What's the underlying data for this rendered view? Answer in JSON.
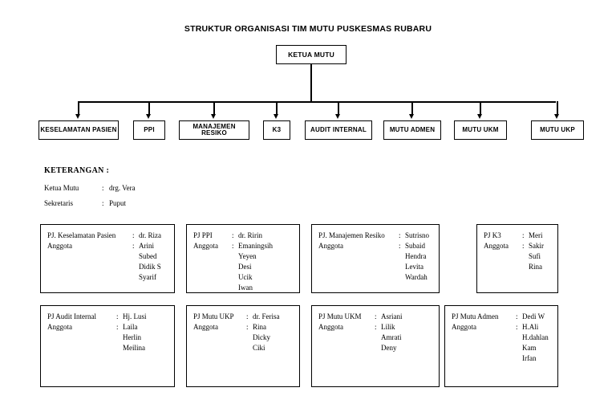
{
  "title": "STRUKTUR ORGANISASI TIM MUTU PUSKESMAS RUBARU",
  "top_node": {
    "label": "KETUA MUTU"
  },
  "departments": [
    {
      "label": "KESELAMATAN PASIEN"
    },
    {
      "label": "PPI"
    },
    {
      "label": "MANAJEMEN RESIKO"
    },
    {
      "label": "K3"
    },
    {
      "label": "AUDIT INTERNAL"
    },
    {
      "label": "MUTU ADMEN"
    },
    {
      "label": "MUTU UKM"
    },
    {
      "label": "MUTU UKP"
    }
  ],
  "keterangan": {
    "heading": "KETERANGAN :",
    "rows": [
      {
        "label": "Ketua Mutu",
        "colon": ":",
        "value": "drg. Vera"
      },
      {
        "label": "Sekretaris",
        "colon": ":",
        "value": "Puput"
      }
    ]
  },
  "detail_boxes": [
    {
      "pj_label": "PJ. Keselamatan Pasien",
      "pj_colon": ":",
      "pj_value": "dr. Riza",
      "anggota_label": "Anggota",
      "anggota_colon": ":",
      "members": [
        "Arini",
        "Subed",
        "Didik S",
        "Syarif"
      ]
    },
    {
      "pj_label": "PJ PPI",
      "pj_colon": ":",
      "pj_value": "dr. Ririn",
      "anggota_label": "Anggota",
      "anggota_colon": ":",
      "members": [
        "Emaningsih",
        "Yeyen",
        "Desi",
        "Ucik",
        "Iwan"
      ]
    },
    {
      "pj_label": "PJ. Manajemen Resiko",
      "pj_colon": ":",
      "pj_value": "Sutrisno",
      "anggota_label": "Anggota",
      "anggota_colon": ":",
      "members": [
        "Subaid",
        "Hendra",
        "Levita",
        "Wardah"
      ]
    },
    {
      "pj_label": "PJ K3",
      "pj_colon": ":",
      "pj_value": "Meri",
      "anggota_label": "Anggota",
      "anggota_colon": ":",
      "members": [
        "Sakir",
        "Sufi",
        "Rina"
      ]
    },
    {
      "pj_label": "PJ Audit Internal",
      "pj_colon": ":",
      "pj_value": "Hj. Lusi",
      "anggota_label": "Anggota",
      "anggota_colon": ":",
      "members": [
        "Laila",
        "Herlin",
        "Meilina"
      ]
    },
    {
      "pj_label": "PJ Mutu UKP",
      "pj_colon": ":",
      "pj_value": "dr. Ferisa",
      "anggota_label": "Anggota",
      "anggota_colon": ":",
      "members": [
        "Rina",
        "Dicky",
        "Ciki"
      ]
    },
    {
      "pj_label": "PJ Mutu UKM",
      "pj_colon": ":",
      "pj_value": "Asriani",
      "anggota_label": "Anggota",
      "anggota_colon": ":",
      "members": [
        "Lilik",
        "Amrati",
        "Deny"
      ]
    },
    {
      "pj_label": "PJ Mutu Admen",
      "pj_colon": ":",
      "pj_value": "Dedi W",
      "anggota_label": "Anggota",
      "anggota_colon": ":",
      "members": [
        "H.Ali",
        "H.dahlan",
        "Kam",
        "Irfan"
      ]
    }
  ],
  "colors": {
    "ink": "#000000",
    "background": "#ffffff"
  }
}
